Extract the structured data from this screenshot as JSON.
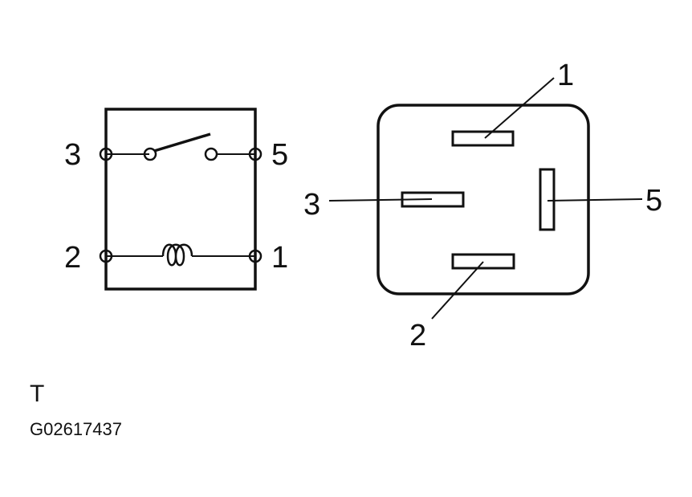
{
  "schematic": {
    "terminals": {
      "t3": "3",
      "t5": "5",
      "t2": "2",
      "t1": "1"
    }
  },
  "connector": {
    "pins": {
      "p1": "1",
      "p3": "3",
      "p5": "5",
      "p2": "2"
    }
  },
  "footer": {
    "letter": "T",
    "figure_id": "G02617437"
  }
}
